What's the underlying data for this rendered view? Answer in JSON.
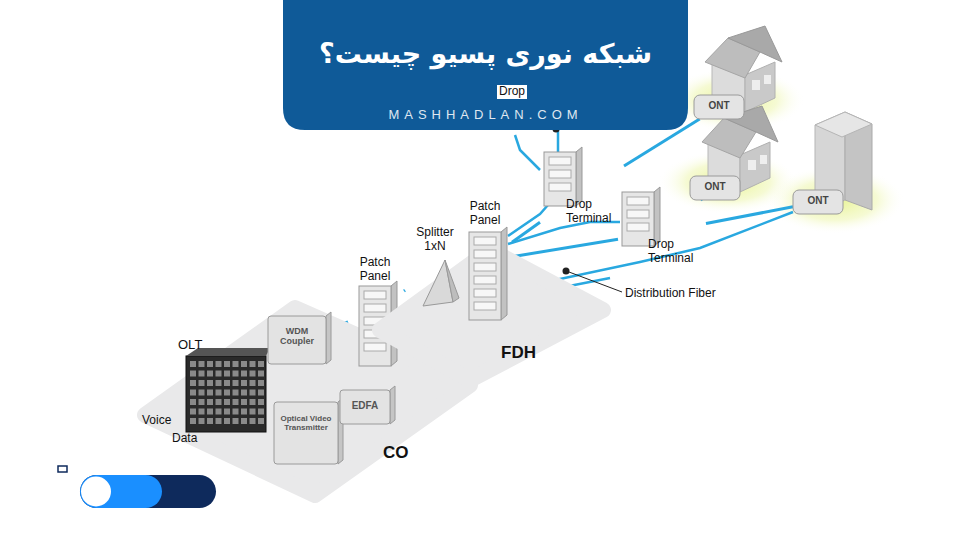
{
  "diagram": {
    "title": "شبکه نوری پسیو چیست؟",
    "nodes": [
      {
        "text": [
          "CO"
        ]
      },
      {
        "text": [
          "OLT"
        ],
        "in": 0
      },
      {
        "text": [
          "WDM Coupler"
        ],
        "in": 0
      },
      {
        "text": [
          "Optical Video Transmitter"
        ],
        "in": 0
      },
      {
        "text": [
          "EDFA"
        ],
        "in": 0
      },
      {
        "text": [
          "Patch Panel"
        ]
      },
      {
        "text": [
          "FDH"
        ]
      },
      {
        "text": [
          "Splitter 1xN"
        ],
        "in": 6
      },
      {
        "text": [
          "Patch Panel"
        ],
        "in": 6
      },
      {
        "text": [
          "Drop Terminal"
        ]
      },
      {
        "text": [
          "Drop Terminal"
        ]
      },
      {
        "text": [
          "ONT"
        ]
      },
      {
        "text": [
          "ONT"
        ]
      },
      {
        "text": [
          "ONT"
        ]
      }
    ],
    "edges": [
      {
        "from": 1,
        "to": 2,
        "arrow": "none"
      },
      {
        "from": 3,
        "to": 4,
        "arrow": "none"
      },
      {
        "from": 4,
        "to": 2,
        "arrow": "none"
      },
      {
        "from": 2,
        "to": 5,
        "arrow": "none"
      },
      {
        "from": 5,
        "to": 7,
        "arrow": "none"
      },
      {
        "from": 7,
        "to": 8,
        "arrow": "none"
      },
      {
        "from": 8,
        "to": 9,
        "arrow": "none"
      },
      {
        "from": 8,
        "to": 10,
        "arrow": "none"
      },
      {
        "from": 9,
        "to": 11,
        "arrow": "none"
      },
      {
        "from": 10,
        "to": 12,
        "arrow": "none"
      },
      {
        "from": 10,
        "to": 13,
        "arrow": "none"
      }
    ],
    "labels": [
      "MASHHADLAN.COM",
      "Voice",
      "Data",
      "Drop",
      "Distribution Fiber"
    ]
  }
}
